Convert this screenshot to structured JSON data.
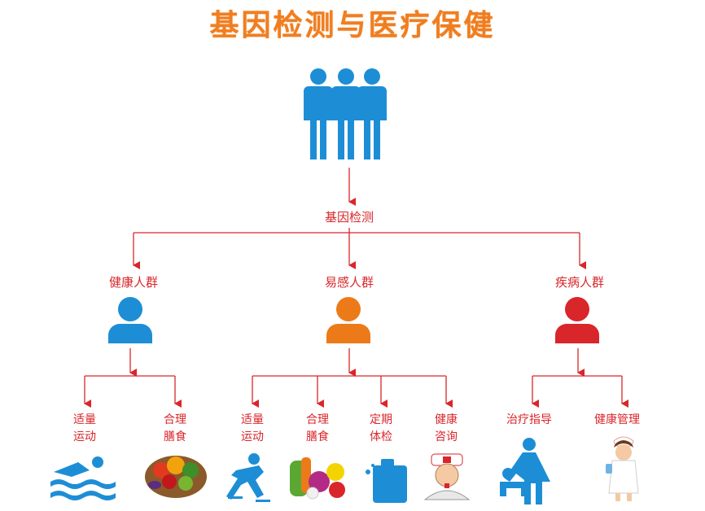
{
  "title": "基因检测与医疗保健",
  "root": {
    "label": "基因检测"
  },
  "groups": [
    {
      "label": "健康人群",
      "color": "#1d8ed6",
      "children": [
        {
          "line1": "适量",
          "line2": "运动"
        },
        {
          "line1": "合理",
          "line2": "膳食"
        }
      ]
    },
    {
      "label": "易感人群",
      "color": "#ec7a19",
      "children": [
        {
          "line1": "适量",
          "line2": "运动"
        },
        {
          "line1": "合理",
          "line2": "膳食"
        },
        {
          "line1": "定期",
          "line2": "体检"
        },
        {
          "line1": "健康",
          "line2": "咨询"
        }
      ]
    },
    {
      "label": "疾病人群",
      "color": "#d9262b",
      "children": [
        {
          "line1": "治疗指导",
          "line2": ""
        },
        {
          "line1": "健康管理",
          "line2": ""
        }
      ]
    }
  ],
  "colors": {
    "accent_line": "#d9262b",
    "people_icon": "#1d8ed6",
    "title": "#f07e20"
  }
}
